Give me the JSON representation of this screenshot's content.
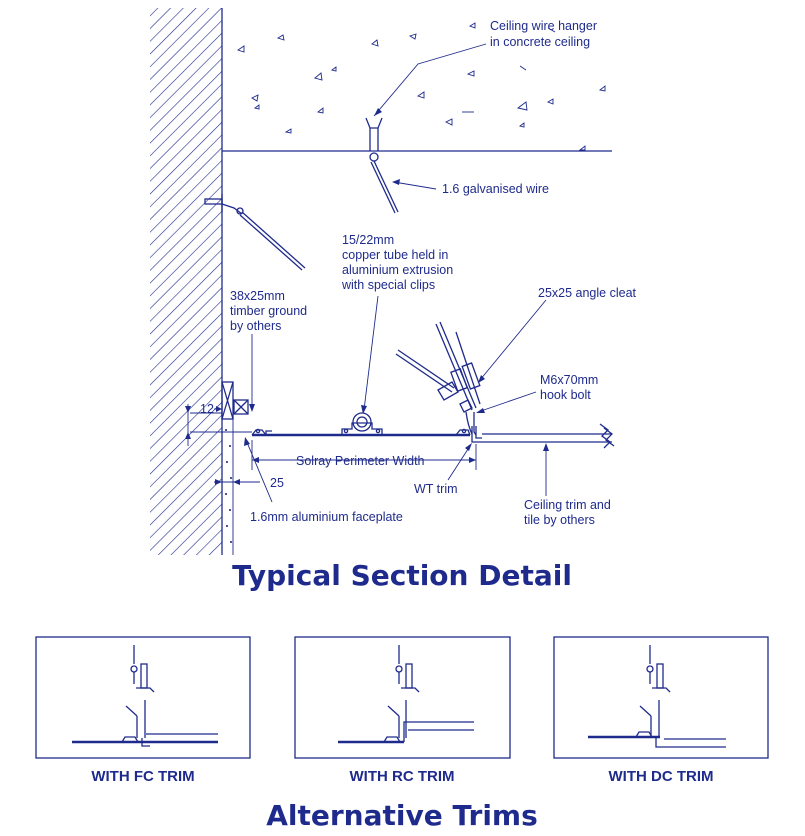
{
  "section": {
    "title": "Typical Section Detail",
    "labels": {
      "hanger_line1": "Ceiling wire hanger",
      "hanger_line2": "in concrete ceiling",
      "wire": "1.6 galvanised wire",
      "tube_line1": "15/22mm",
      "tube_line2": "copper tube held in",
      "tube_line3": "aluminium extrusion",
      "tube_line4": "with special clips",
      "angle_cleat": "25x25 angle cleat",
      "timber_line1": "38x25mm",
      "timber_line2": "timber ground",
      "timber_line3": "by others",
      "bolt_line1": "M6x70mm",
      "bolt_line2": "hook bolt",
      "perimeter_width": "Solray Perimeter Width",
      "wt_trim": "WT trim",
      "faceplate": "1.6mm aluminium faceplate",
      "trim_line1": "Ceiling trim and",
      "trim_line2": "tile by others"
    },
    "dimensions": {
      "dim_12": "12",
      "dim_25": "25"
    }
  },
  "alternatives": {
    "title": "Alternative Trims",
    "panels": [
      {
        "caption": "WITH FC TRIM",
        "icon": "fc-trim-detail"
      },
      {
        "caption": "WITH RC TRIM",
        "icon": "rc-trim-detail"
      },
      {
        "caption": "WITH DC TRIM",
        "icon": "dc-trim-detail"
      }
    ]
  },
  "colors": {
    "ink": "#1f2b8c",
    "background": "#ffffff"
  }
}
